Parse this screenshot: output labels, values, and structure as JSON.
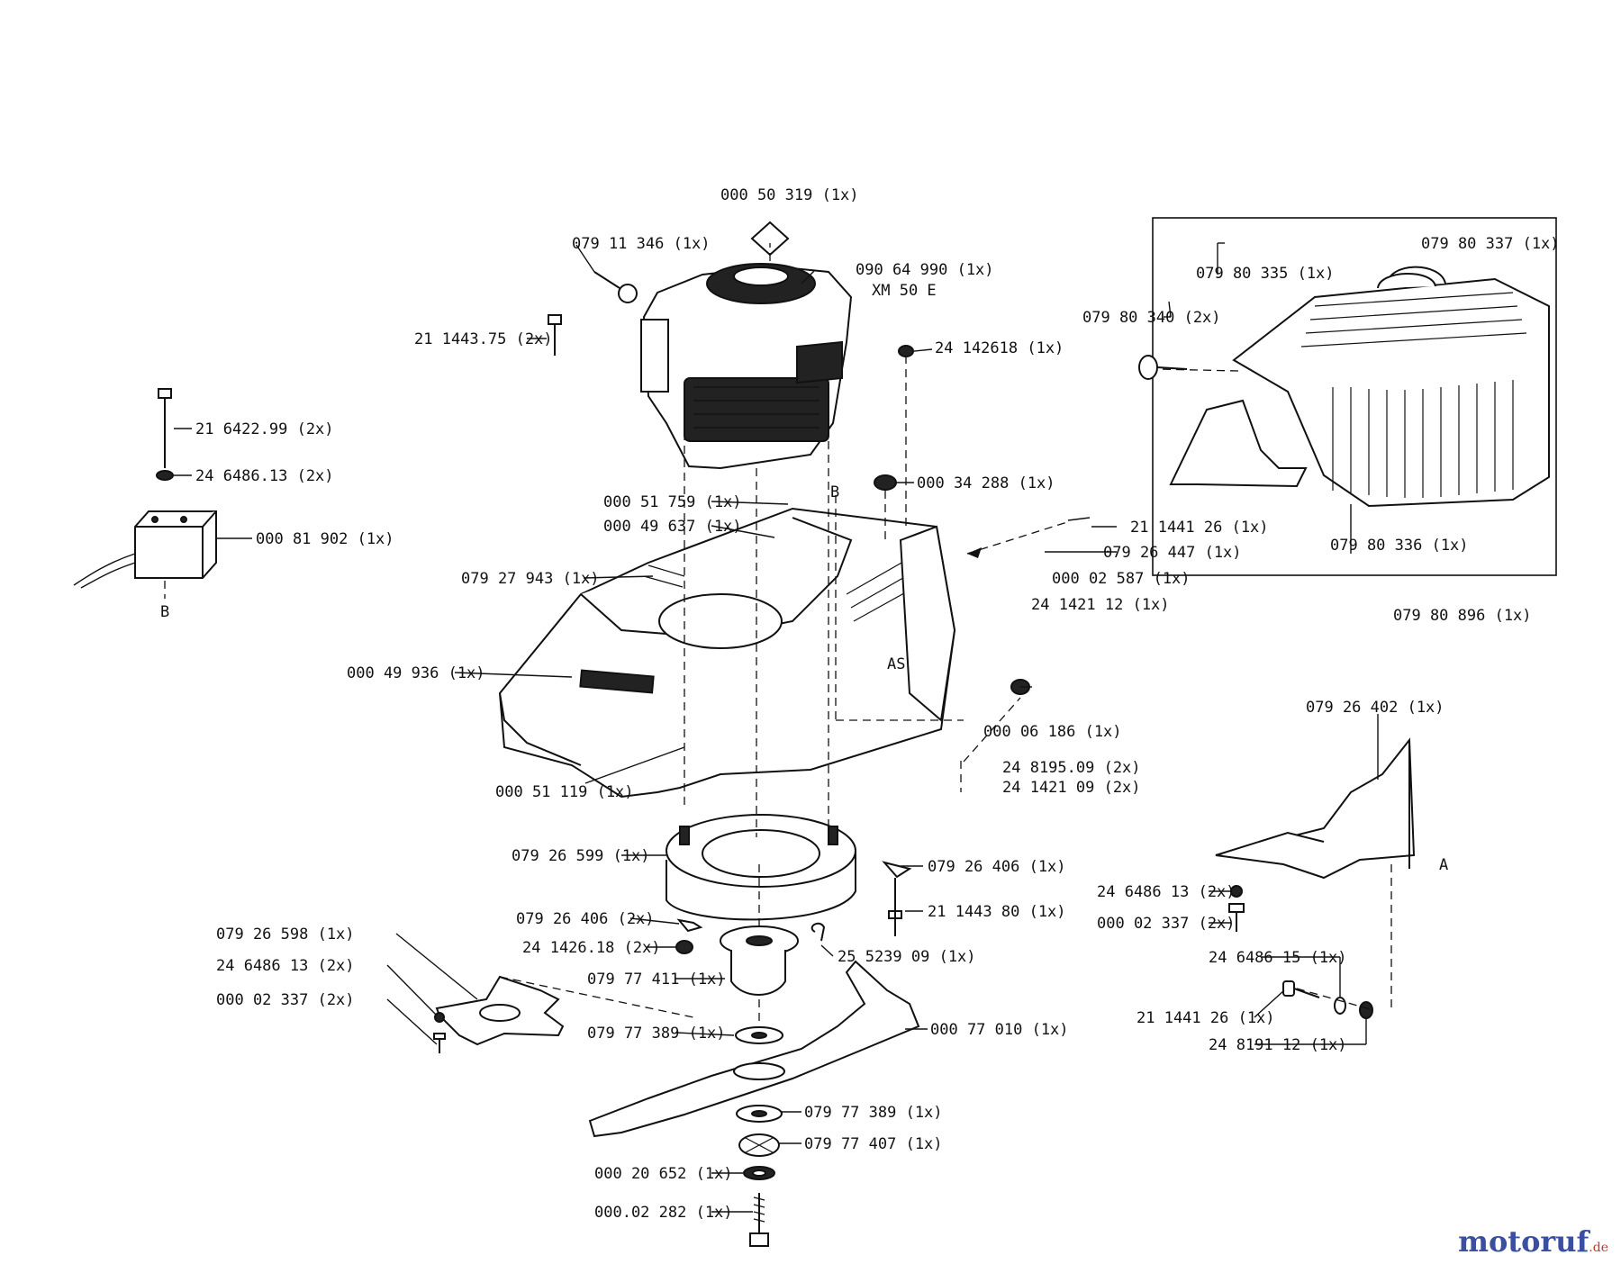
{
  "labels": {
    "engine_top_sign": "000 50 319  (1x)",
    "engine_cap": "079 11 346  (1x)",
    "engine": "090 64 990  (1x)",
    "engine_model": "XM 50 E",
    "engine_bolt": "21 1443.75  (2x)",
    "engine_nut": "24 142618  (1x)",
    "switch_bolt": "21 6422.99  (2x)",
    "switch_washer": "24 6486.13  (2x)",
    "switch_box": "000 81 902  (1x)",
    "switch_b": "B",
    "deck_label_a": "000 51 759  (1x)",
    "deck_label_b": "000 49 637  (1x)",
    "deck": "079 27 943  (1x)",
    "deck_sticker": "000 49 936  (1x)",
    "deck_sticker2": "000 51 119  (1x)",
    "deck_b": "B",
    "deck_nut": "000 34 288  (1x)",
    "flap_bolt": "21 1441 26  (1x)",
    "flap_spacer": "079 26 447  (1x)",
    "flap_washer": "000 02 587  (1x)",
    "flap_nut": "24 1421 12  (1x)",
    "as_mark": "AS",
    "deck_nut2": "000 06 186  (1x)",
    "washer_a": "24 8195.09  (2x)",
    "nut_a": "24 1421 09  (2x)",
    "catcher_handle": "079 80 337  (1x)",
    "catcher_top": "079 80 335  (1x)",
    "catcher_bolt": "079 80 340  (2x)",
    "catcher_bag": "079 80 336  (1x)",
    "catcher_assembly": "079 80 896  (1x)",
    "mulch_plate": "079 26 402  (1x)",
    "a_mark": "A",
    "mulch_washer": "24 6486 13  (2x)",
    "mulch_screw": "000 02 337  (2x)",
    "mulch_washer2": "24 6486 15  (1x)",
    "mulch_bolt": "21 1441 26  (1x)",
    "mulch_nut": "24 8191 12  (1x)",
    "ring": "079 26 599  (1x)",
    "ring_bracket": "079 26 406  (1x)",
    "ring_bolt": "21 1443 80  (1x)",
    "bracket_2x": "079 26 406  (2x)",
    "nut_2x": "24 1426.18  (2x)",
    "key": "25 5239 09  (1x)",
    "hub": "079 77 411  (1x)",
    "blade_washer_top": "079 77 389  (1x)",
    "blade": "000 77 010  (1x)",
    "fan_plate": "079 26 598  (1x)",
    "fan_washer": "24 6486 13  (2x)",
    "fan_screw": "000 02 337  (2x)",
    "blade_washer": "079 77 389  (1x)",
    "blade_plate": "079 77 407  (1x)",
    "spring_washer": "000 20 652  (1x)",
    "blade_bolt": "000.02 282  (1x)"
  },
  "watermark": {
    "name": "motoruf",
    "tld": ".de"
  }
}
